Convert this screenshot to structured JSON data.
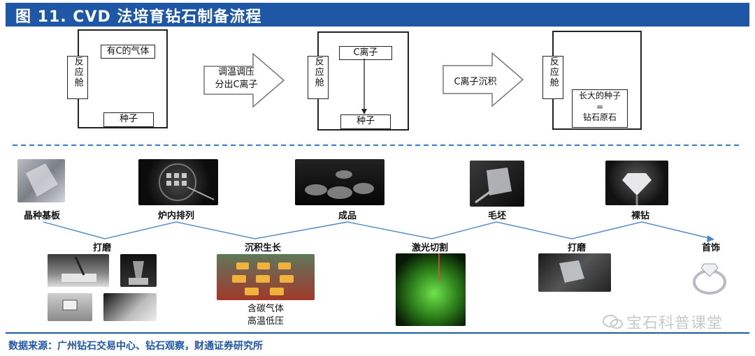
{
  "title": "图 11. CVD 法培育钻石制备流程",
  "schematic": {
    "stage1": {
      "chamber_label": "反应舱",
      "gas_label": "有C的气体",
      "seed_label": "种子"
    },
    "arrow1": {
      "line1": "调温调压",
      "line2": "分出C离子"
    },
    "stage2": {
      "chamber_label": "反应舱",
      "ion_label": "C离子",
      "seed_label": "种子"
    },
    "arrow2": {
      "text": "C离子沉积"
    },
    "stage3": {
      "chamber_label": "反应舱",
      "line1": "长大的种子",
      "line2": "=",
      "line3": "钻石原石"
    }
  },
  "process": {
    "top_nodes": [
      "晶种基板",
      "炉内排列",
      "成品",
      "毛坯",
      "裸钻"
    ],
    "bottom_nodes": [
      "打磨",
      "沉积生长",
      "激光切割",
      "打磨",
      "首饰"
    ],
    "deposition_note": {
      "line1": "含碳气体",
      "line2": "高温低压"
    }
  },
  "source": "数据来源：广州钻石交易中心、钻石观察，财通证券研究所",
  "watermark": "宝石科普课堂",
  "colors": {
    "title_bar": "#1f57a7",
    "divider": "#3a7cc4",
    "flow_line": "#4a86c8"
  }
}
